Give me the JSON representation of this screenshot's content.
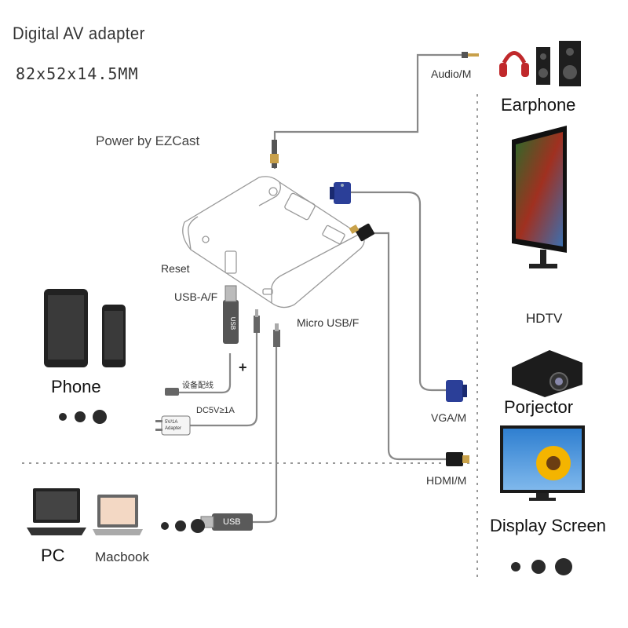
{
  "header": {
    "title": "Digital AV adapter",
    "dimensions": "82x52x14.5MM",
    "powered_by": "Power by EZCast"
  },
  "device_ports": {
    "reset": "Reset",
    "usb_a": "USB-A/F",
    "micro_usb": "Micro USB/F"
  },
  "cables": {
    "audio": "Audio/M",
    "vga": "VGA/M",
    "hdmi": "HDMI/M",
    "otg_cable": "设备配线",
    "power_spec": "DC5V≥1A",
    "plus": "+",
    "usb_plug": "USB",
    "usb_key": "USB",
    "adapter_label": "5V/1A Adapter"
  },
  "inputs": {
    "phone": "Phone",
    "pc": "PC",
    "macbook": "Macbook"
  },
  "outputs": {
    "earphone": "Earphone",
    "hdtv": "HDTV",
    "projector": "Porjector",
    "display": "Display Screen"
  }
}
